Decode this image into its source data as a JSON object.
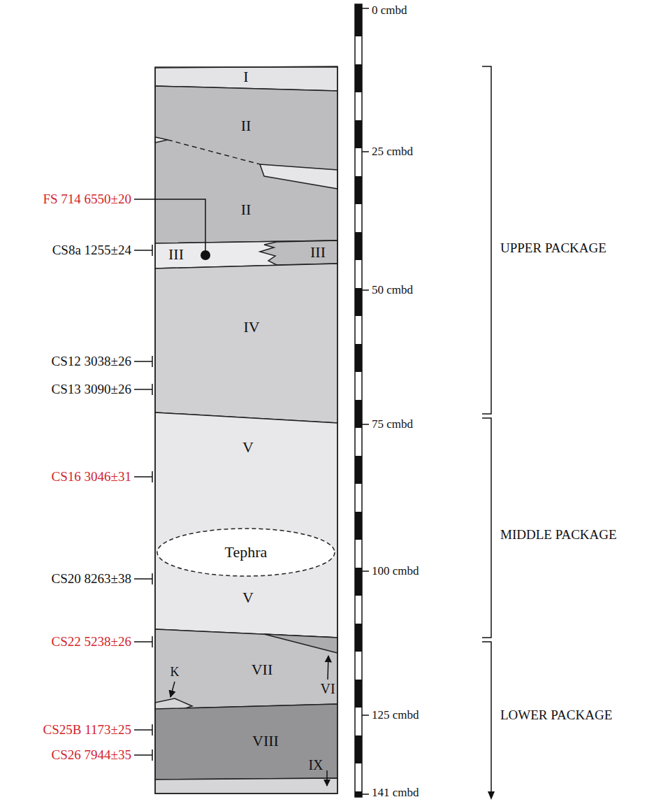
{
  "diagram": {
    "nodes": [
      {
        "text": [
          "I"
        ]
      },
      {
        "text": [
          "II",
          "II"
        ]
      },
      {
        "text": [
          "III",
          "III"
        ]
      },
      {
        "text": [
          "IV"
        ]
      },
      {
        "text": [
          "V",
          "V"
        ]
      },
      {
        "text": [
          "Tephra"
        ],
        "in": 4
      },
      {
        "text": [
          "VII"
        ]
      },
      {
        "text": [
          "VI"
        ],
        "in": 6
      },
      {
        "text": [
          "K"
        ],
        "in": 6
      },
      {
        "text": [
          "VIII"
        ]
      },
      {
        "text": [
          "IX"
        ]
      }
    ],
    "labels": [
      "FS 714 6550±20",
      "CS8a 1255±24",
      "CS12 3038±26",
      "CS13 3090±26",
      "CS16 3046±31",
      "CS20 8263±38",
      "CS22 5238±26",
      "CS25B 1173±25",
      "CS26 7944±35",
      "0 cmbd",
      "25 cmbd",
      "50 cmbd",
      "75 cmbd",
      "100 cmbd",
      "125 cmbd",
      "141 cmbd",
      "UPPER PACKAGE",
      "MIDDLE PACKAGE",
      "LOWER PACKAGE"
    ]
  }
}
